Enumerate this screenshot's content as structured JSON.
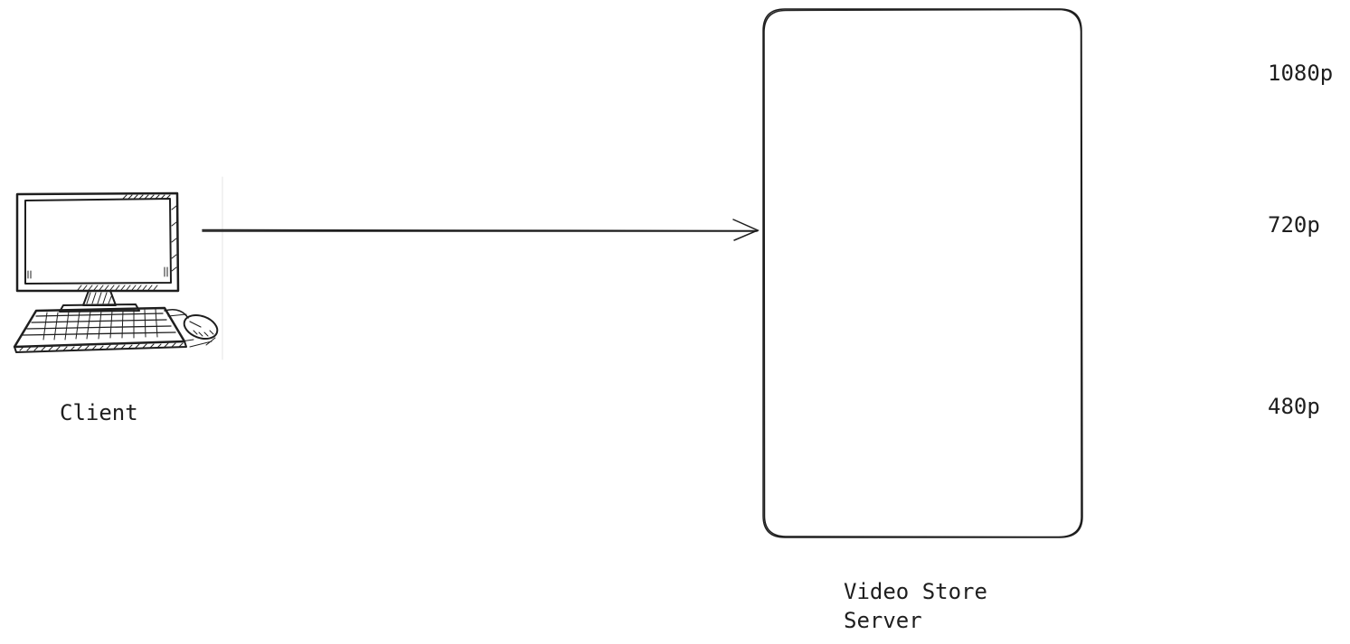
{
  "nodes": {
    "client": {
      "label": "Client",
      "icon": "desktop-computer-icon"
    },
    "server": {
      "label_line1": "Video Store",
      "label_line2": "Server"
    }
  },
  "resolutions": [
    "1080p",
    "720p",
    "480p"
  ],
  "edges": [
    {
      "from": "client",
      "to": "server"
    }
  ],
  "colors": {
    "stroke": "#1e1e1e",
    "background": "#ffffff"
  }
}
